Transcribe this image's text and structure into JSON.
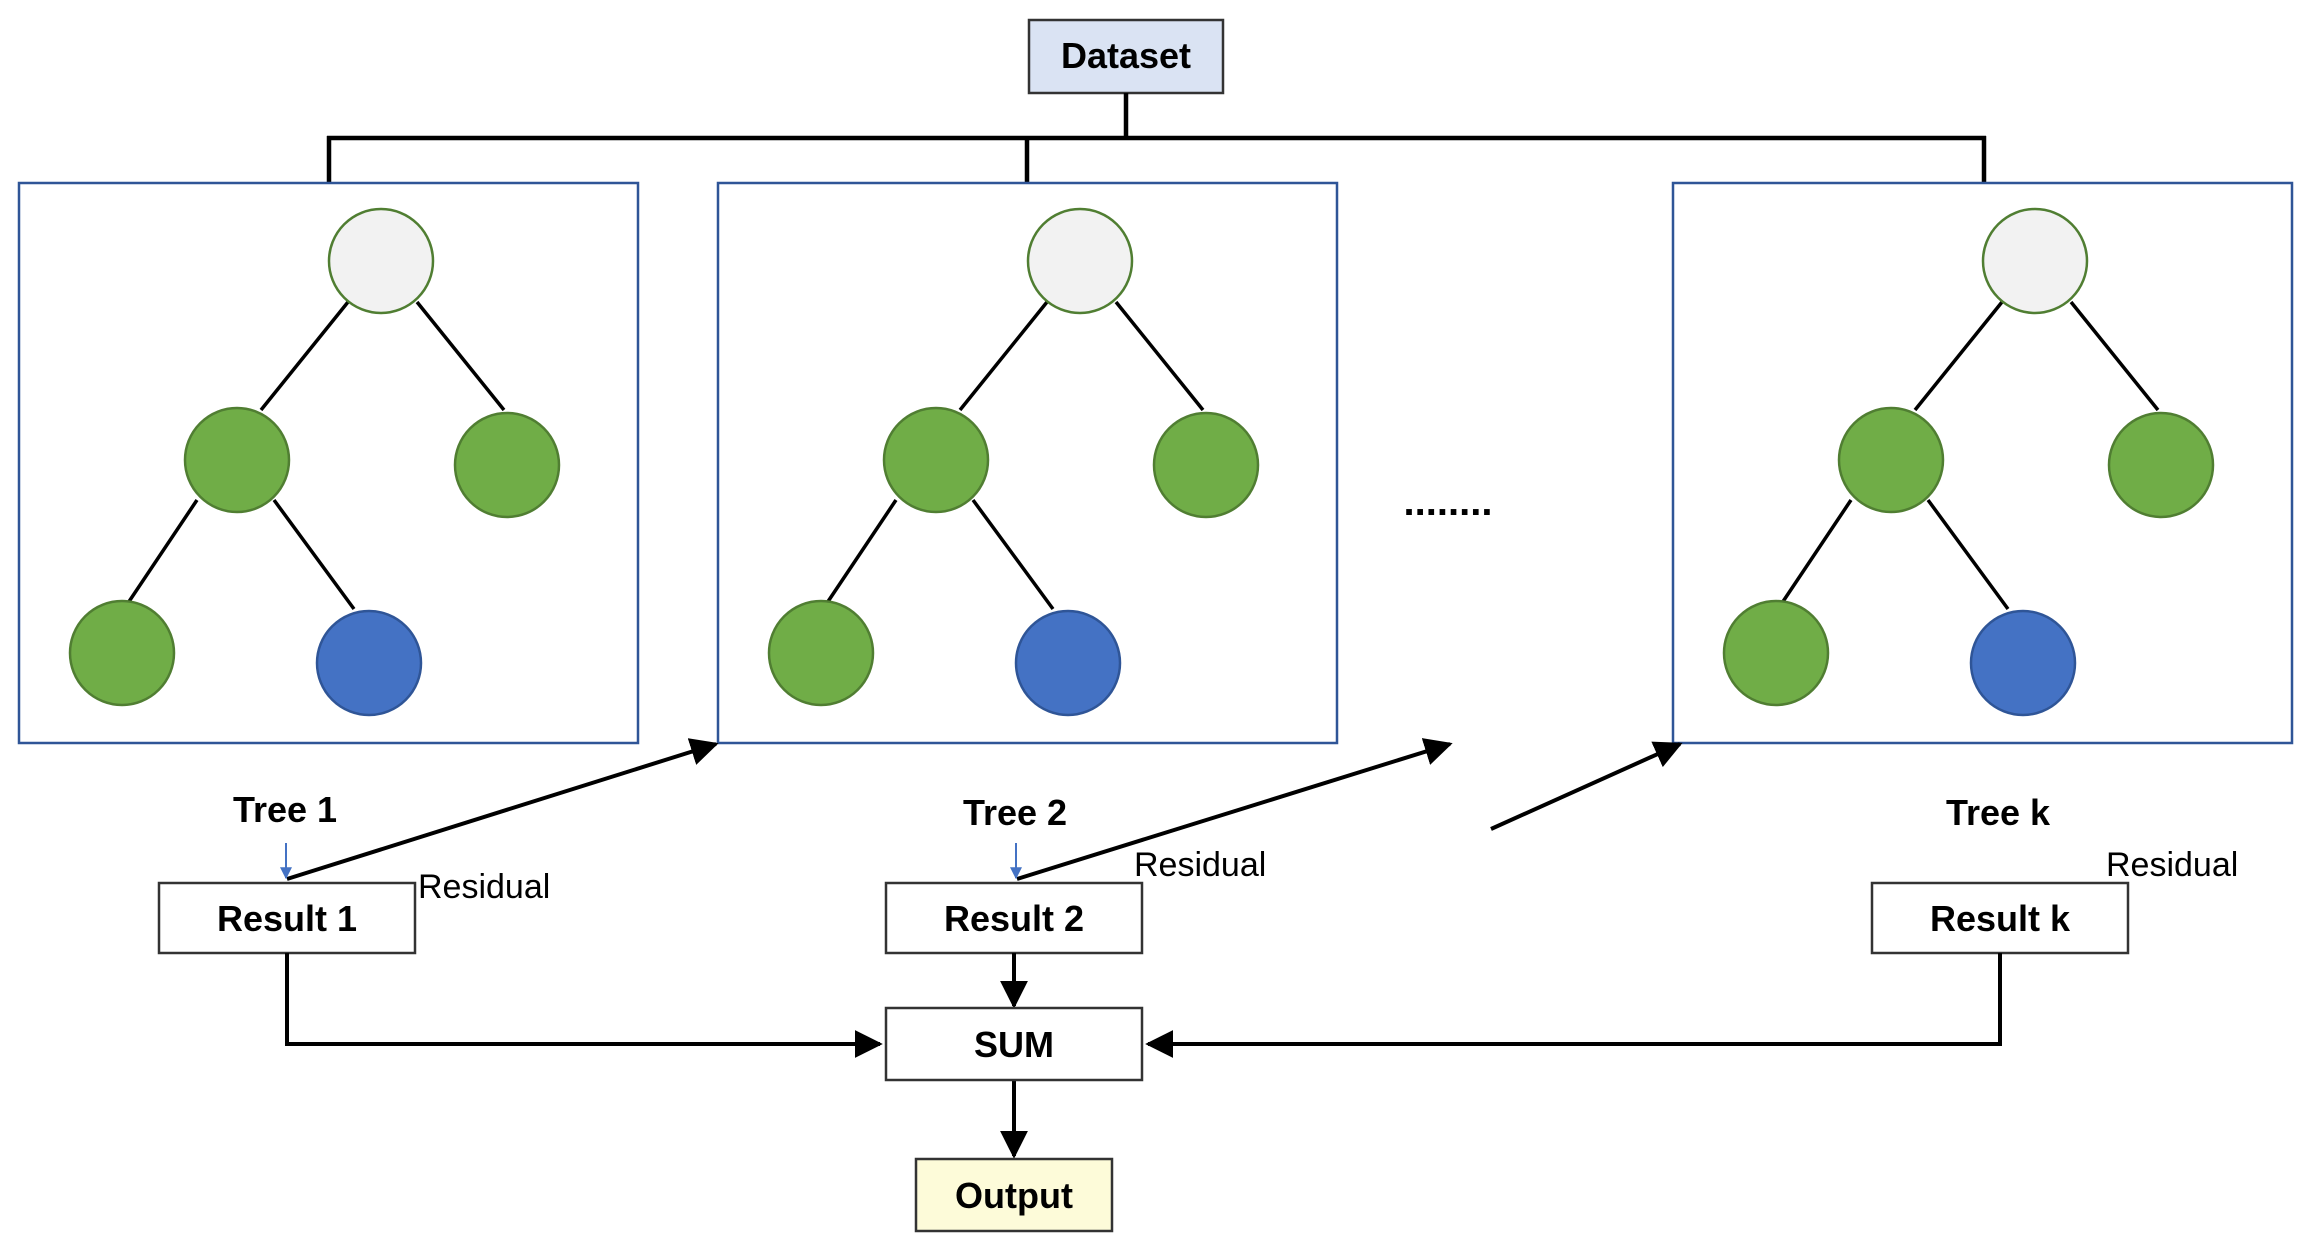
{
  "dataset_label": "Dataset",
  "trees": [
    {
      "label": "Tree 1",
      "result": "Result 1",
      "residual": "Residual"
    },
    {
      "label": "Tree 2",
      "result": "Result 2",
      "residual": "Residual"
    },
    {
      "label": "Tree k",
      "result": "Result k",
      "residual": "Residual"
    }
  ],
  "ellipsis": "........",
  "sum_label": "SUM",
  "output_label": "Output",
  "colors": {
    "frame": "#2f5597",
    "node_green": "#70ad47",
    "node_green_stroke": "#507e32",
    "node_root": "#f2f2f2",
    "node_blue": "#4472c4",
    "node_blue_stroke": "#2f5597",
    "dataset_fill": "#dae3f3",
    "output_fill": "#fdfbd9",
    "residual_arrow": "#4472c4"
  }
}
